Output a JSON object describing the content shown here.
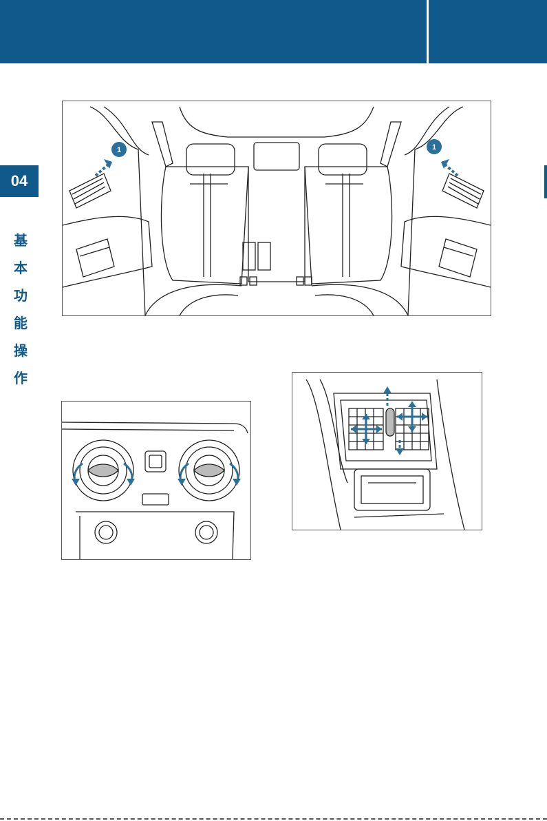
{
  "chapter": {
    "number": "04",
    "title_chars": [
      "基",
      "本",
      "功",
      "能",
      "操",
      "作"
    ]
  },
  "figures": {
    "rear_cabin": {
      "callouts": [
        "1",
        "1"
      ]
    }
  },
  "colors": {
    "brand": "#0f5a8a",
    "accent_arrow": "#2b6f9c"
  }
}
